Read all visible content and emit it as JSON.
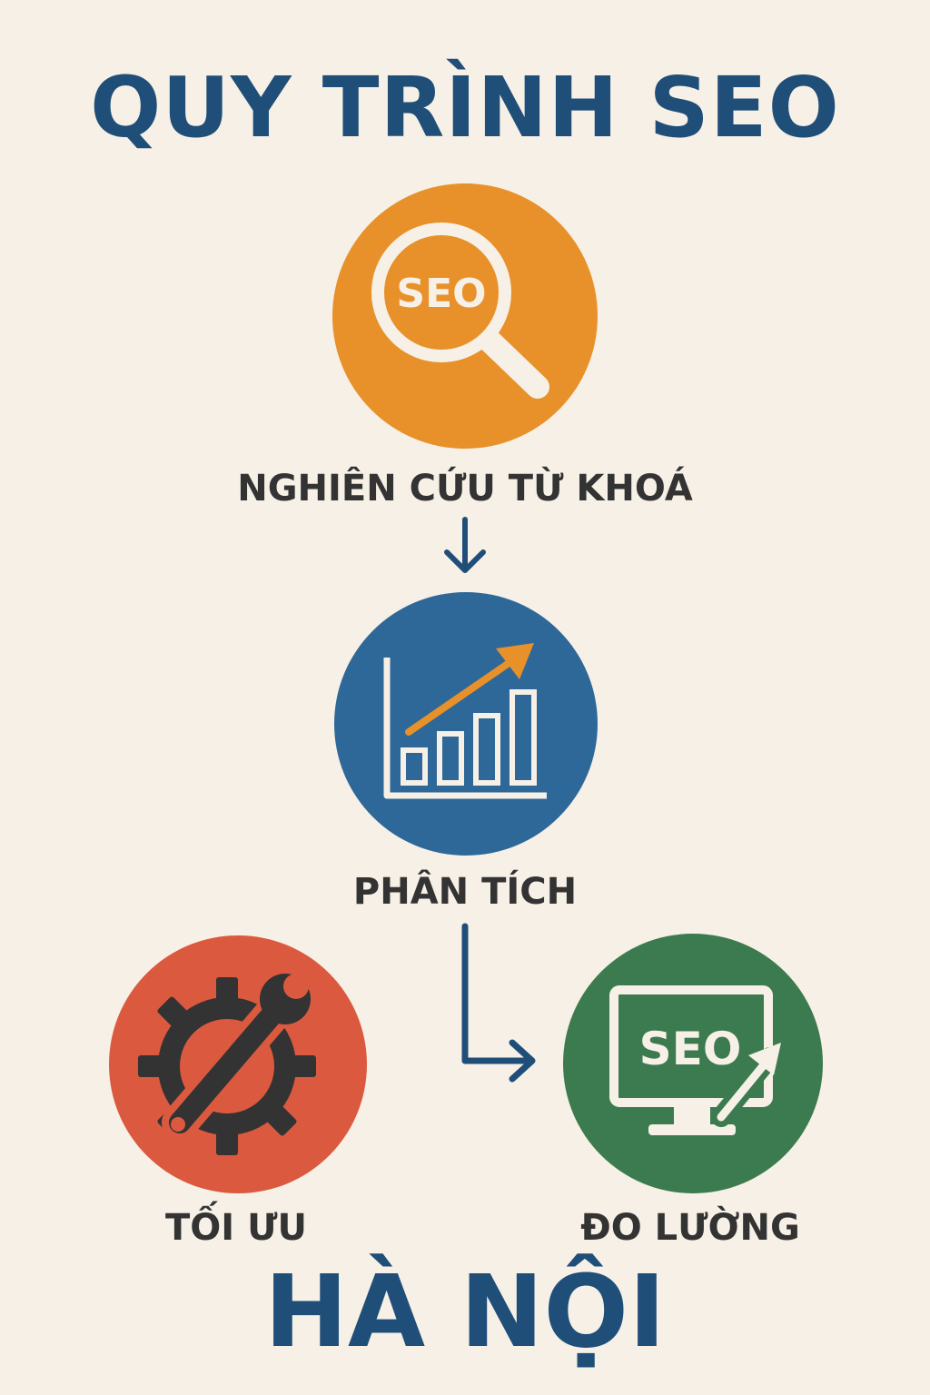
{
  "title": "QUY TRÌNH SEO",
  "footer": "HÀ NỘI",
  "colors": {
    "background": "#f7f0e6",
    "title": "#1f4e79",
    "label": "#333333",
    "step1": "#e8912a",
    "step2": "#2e6899",
    "step3": "#db5a3f",
    "step4": "#3c7b4f",
    "icon_light": "#f7f0e6",
    "icon_dark": "#333333"
  },
  "steps": [
    {
      "label": "NGHIÊN CỨU TỪ KHOÁ",
      "badge": "SEO",
      "icon": "magnifier-seo-icon"
    },
    {
      "label": "PHÂN TÍCH",
      "icon": "growth-bar-chart-icon"
    },
    {
      "label": "TỐI ƯU",
      "icon": "gear-wrench-icon"
    },
    {
      "label": "ĐO LƯỜNG",
      "badge": "SEO",
      "icon": "monitor-seo-icon"
    }
  ]
}
